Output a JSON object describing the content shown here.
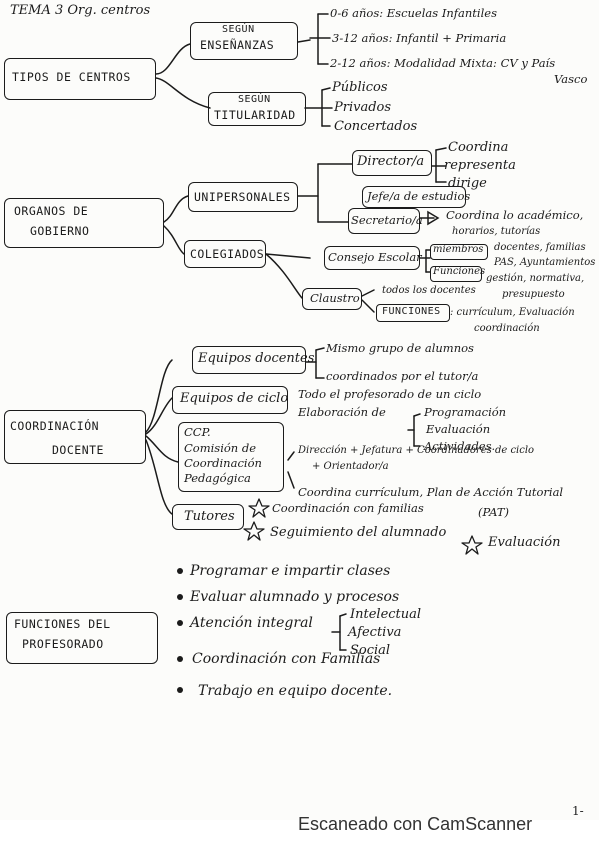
{
  "title": "TEMA 3  Org. centros",
  "tipos": {
    "root": "TIPOS DE CENTROS",
    "ensenanzas": {
      "label_top": "SEGÚN",
      "label_main": "ENSEÑANZAS",
      "items": [
        "0-6 años: Escuelas Infantiles",
        "3-12 años: Infantil + Primaria",
        "2-12 años: Modalidad Mixta: CV y País",
        "Vasco"
      ]
    },
    "titularidad": {
      "label_top": "SEGÚN",
      "label_main": "TITULARIDAD",
      "items": [
        "Públicos",
        "Privados",
        "Concertados"
      ]
    }
  },
  "organos": {
    "root_line1": "ORGANOS DE",
    "root_line2": "GOBIERNO",
    "unipersonales": "UNIPERSONALES",
    "director": "Director/a",
    "director_items": [
      "Coordina",
      "representa",
      "dirige"
    ],
    "jefe": "Jefe/a de estudios",
    "secretario": "Secretario/a",
    "secretario_text1": "Coordina lo académico,",
    "secretario_text2": "horarios, tutorías",
    "colegiados": "COLEGIADOS",
    "consejo": "Consejo Escolar",
    "miembros": "miembros",
    "miembros_text1": "docentes, familias",
    "miembros_text2": "PAS, Ayuntamientos",
    "funciones": "Funciones",
    "funciones_text1": "gestión, normativa,",
    "funciones_text2": "presupuesto",
    "claustro": "Claustro",
    "claustro_text": "todos los docentes",
    "claustro_funciones": "FUNCIONES",
    "claustro_funciones_text1": ": currículum, Evaluación",
    "claustro_funciones_text2": "coordinación"
  },
  "coordinacion": {
    "root_line1": "COORDINACIÓN",
    "root_line2": "DOCENTE",
    "equipos_docentes": "Equipos docentes",
    "equipos_docentes_items": [
      "Mismo grupo de alumnos",
      "coordinados por el tutor/a"
    ],
    "equipos_ciclo": "Equipos de ciclo",
    "equipos_ciclo_text1": "Todo el profesorado de un ciclo",
    "equipos_ciclo_text2": "Elaboración de",
    "elaboracion_items": [
      "Programación",
      "Evaluación",
      "Actividades."
    ],
    "ccp_lines": [
      "CCP.",
      "Comisión de",
      "Coordinación",
      "Pedagógica"
    ],
    "ccp_text1": "Dirección + Jefatura + Coordinadores de ciclo",
    "ccp_text2": "+ Orientador/a",
    "ccp_text3": "Coordina currículum, Plan de Acción Tutorial",
    "ccp_text4": "(PAT)",
    "tutores": "Tutores",
    "tutores_text1": "Coordinación con familias",
    "tutores_text2": "Seguimiento del alumnado",
    "tutores_text3": "Evaluación"
  },
  "funciones_prof": {
    "root_line1": "FUNCIONES DEL",
    "root_line2": "PROFESORADO",
    "items": [
      "Programar e impartir clases",
      "Evaluar alumnado y procesos",
      "Atención integral",
      "Coordinación con Familias",
      "Trabajo en equipo docente."
    ],
    "integral_items": [
      "Intelectual",
      "Afectiva",
      "Social"
    ]
  },
  "page_number": "1-",
  "scanner": "Escaneado con CamScanner"
}
